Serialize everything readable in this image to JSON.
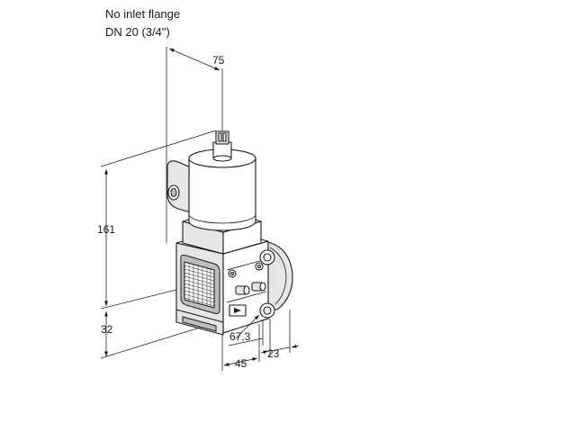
{
  "notes": {
    "line1": "No inlet flange",
    "line2": "DN 20 (3/4\")"
  },
  "dimensions": {
    "d75": "75",
    "d161": "161",
    "d32": "32",
    "d67": "67,3",
    "d45": "45",
    "d23": "23"
  }
}
